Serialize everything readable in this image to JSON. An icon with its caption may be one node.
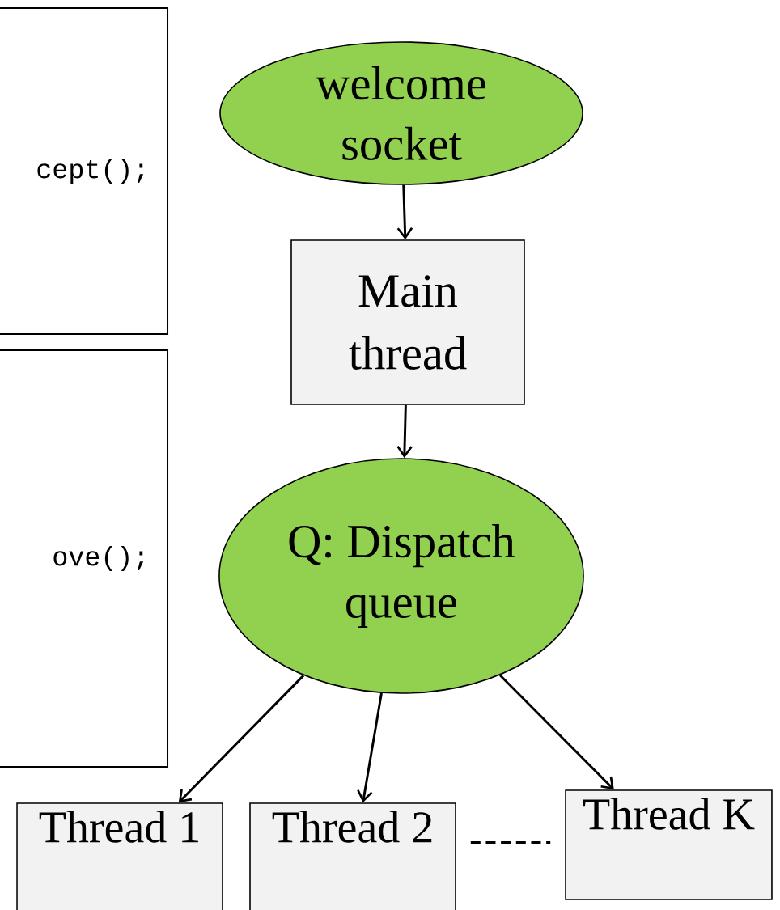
{
  "diagram": {
    "nodes": [
      {
        "text": [
          "cept();"
        ]
      },
      {
        "text": [
          "ove();"
        ]
      },
      {
        "text": [
          "welcome socket"
        ]
      },
      {
        "text": [
          "Main thread"
        ]
      },
      {
        "text": [
          "Q: Dispatch queue"
        ]
      },
      {
        "text": [
          "Thread 1"
        ]
      },
      {
        "text": [
          "Thread 2"
        ]
      },
      {
        "text": [
          "Thread K"
        ]
      }
    ],
    "edges": [
      {
        "from": 2,
        "to": 3,
        "arrow": "to"
      },
      {
        "from": 3,
        "to": 4,
        "arrow": "to"
      },
      {
        "from": 4,
        "to": 5,
        "arrow": "to"
      },
      {
        "from": 4,
        "to": 6,
        "arrow": "to"
      },
      {
        "from": 4,
        "to": 7,
        "arrow": "to"
      },
      {
        "from": 6,
        "to": 7,
        "arrow": "none",
        "style": "dashed"
      }
    ]
  }
}
